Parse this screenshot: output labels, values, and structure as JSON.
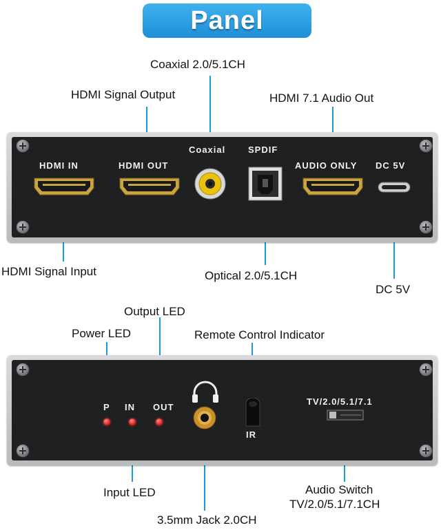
{
  "title": "Panel",
  "top_panel": {
    "port_labels": {
      "hdmi_in": "HDMI IN",
      "hdmi_out": "HDMI OUT",
      "coaxial": "Coaxial",
      "spdif": "SPDIF",
      "audio_only": "AUDIO ONLY",
      "dc": "DC 5V"
    },
    "callouts": {
      "coaxial": "Coaxial 2.0/5.1CH",
      "hdmi_output": "HDMI Signal Output",
      "hdmi_71": "HDMI 7.1 Audio Out",
      "hdmi_input": "HDMI Signal Input",
      "optical": "Optical 2.0/5.1CH",
      "dc": "DC 5V"
    }
  },
  "bottom_panel": {
    "port_labels": {
      "p": "P",
      "in": "IN",
      "out": "OUT",
      "ir": "IR",
      "switch": "TV/2.0/5.1/7.1"
    },
    "callouts": {
      "output_led": "Output LED",
      "power_led": "Power LED",
      "remote": "Remote Control Indicator",
      "input_led": "Input LED",
      "audio_switch_line1": "Audio Switch",
      "audio_switch_line2": "TV/2.0/5.1/7.1CH",
      "jack": "3.5mm Jack 2.0CH"
    }
  },
  "colors": {
    "title_badge": "#2a9fe4",
    "callout_line": "#1a9be0",
    "led": "#e02020",
    "panel": "#1e1f21",
    "hdmi_gold": "#c9a441"
  },
  "icons": [
    "screw-icon",
    "headphones-icon",
    "hdmi-port-icon",
    "rca-jack-icon",
    "optical-port-icon",
    "usb-c-port-icon"
  ]
}
